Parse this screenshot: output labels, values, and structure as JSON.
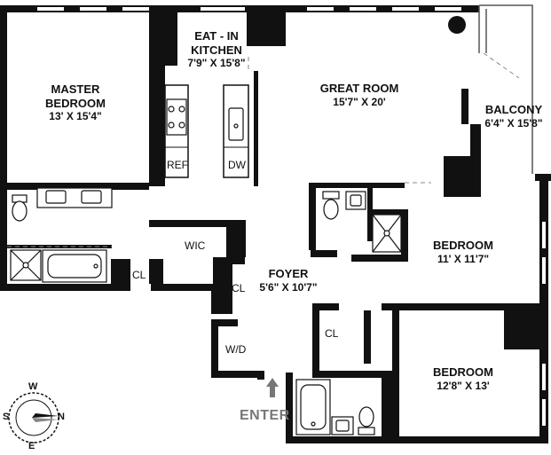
{
  "rooms": {
    "kitchen": {
      "name_line1": "EAT - IN",
      "name_line2": "KITCHEN",
      "dim": "7'9\" X 15'8\""
    },
    "master_bedroom": {
      "name_line1": "MASTER",
      "name_line2": "BEDROOM",
      "dim": "13' X 15'4\""
    },
    "great_room": {
      "name": "GREAT ROOM",
      "dim": "15'7\" X 20'"
    },
    "balcony": {
      "name": "BALCONY",
      "dim": "6'4\" X 15'8\""
    },
    "bedroom_1": {
      "name": "BEDROOM",
      "dim": "11' X 11'7\""
    },
    "bedroom_2": {
      "name": "BEDROOM",
      "dim": "12'8\" X 13'"
    },
    "foyer": {
      "name": "FOYER",
      "dim": "5'6\" X 10'7\""
    }
  },
  "fixtures": {
    "ref": "REF",
    "dw": "DW",
    "wic": "WIC",
    "cl_master": "CL",
    "cl_foyer": "CL",
    "cl_hall": "CL",
    "wd": "W/D"
  },
  "entrance": {
    "label": "ENTER"
  },
  "compass": {
    "north": "N",
    "south": "S",
    "east": "E",
    "west": "W"
  }
}
